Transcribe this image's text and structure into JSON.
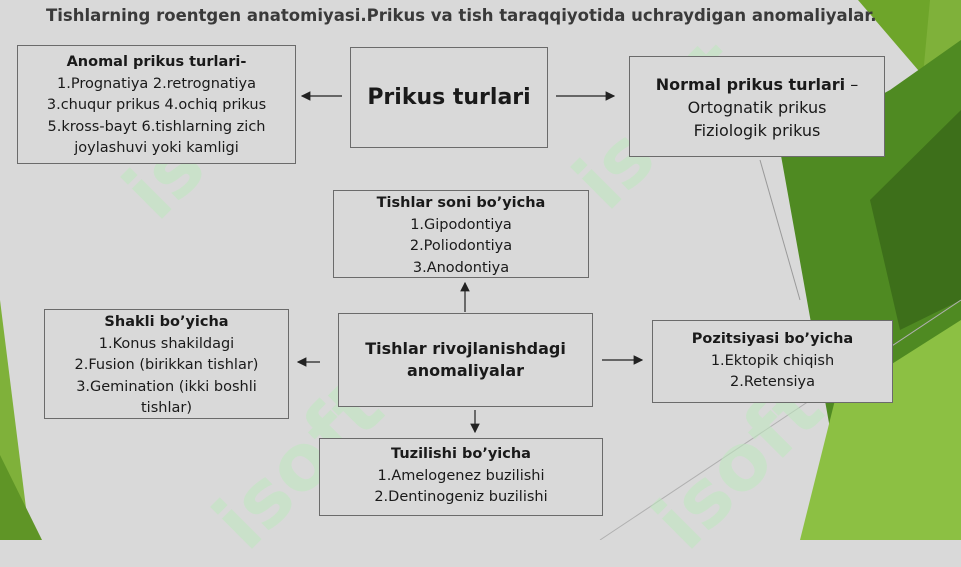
{
  "title": "Tishlarning roentgen anatomiyasi.Prikus va tish  taraqqiyotida uchraydigan anomaliyalar.",
  "colors": {
    "bg": "#d9d9d9",
    "accent_green": "#6ea52a",
    "dark_green": "#3f7a1d",
    "border": "#6b6b6b"
  },
  "watermark": "isoft",
  "top": {
    "center": "Prikus turlari",
    "left": {
      "heading": "Anomal prikus turlari-",
      "lines": [
        "1.Prognatiya 2.retrognatiya",
        "3.chuqur prikus 4.ochiq prikus",
        "5.kross-bayt 6.tishlarning zich",
        "joylashuvi yoki kamligi"
      ]
    },
    "right": {
      "heading": "Normal prikus turlari",
      "heading_suffix": " –",
      "lines": [
        "Ortognatik prikus",
        "Fiziologik prikus"
      ]
    }
  },
  "bottom": {
    "center": [
      "Tishlar rivojlanishdagi",
      "anomaliyalar"
    ],
    "up": {
      "heading": "Tishlar soni bo’yicha",
      "lines": [
        "1.Gipodontiya",
        "2.Poliodontiya",
        "3.Anodontiya"
      ]
    },
    "left": {
      "heading": "Shakli bo’yicha",
      "lines": [
        "1.Konus shakildagi",
        "2.Fusion (birikkan tishlar)",
        "3.Gemination (ikki boshli",
        "tishlar)"
      ]
    },
    "right": {
      "heading": "Pozitsiyasi bo’yicha",
      "lines": [
        "1.Ektopik chiqish",
        "2.Retensiya"
      ]
    },
    "down": {
      "heading": "Tuzilishi bo’yicha",
      "lines": [
        "1.Amelogenez buzilishi",
        "2.Dentinogeniz buzilishi"
      ]
    }
  }
}
